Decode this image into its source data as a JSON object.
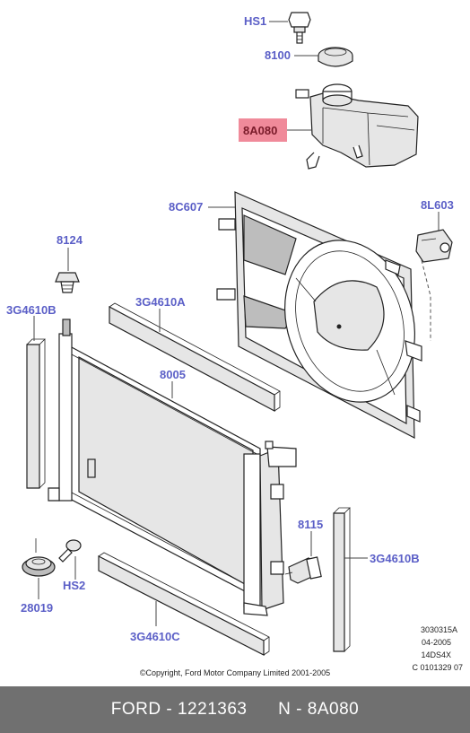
{
  "labels": {
    "hs1": "HS1",
    "p8100": "8100",
    "p8a080": "8A080",
    "p8c607": "8C607",
    "p8l603": "8L603",
    "p8124": "8124",
    "p3g4610a": "3G4610A",
    "p3g4610b_left": "3G4610B",
    "p8005": "8005",
    "p8115": "8115",
    "p3g4610b_right": "3G4610B",
    "hs2": "HS2",
    "p28019": "28019",
    "p3g4610c": "3G4610C"
  },
  "highlight_color": "#f08a9a",
  "label_color": "#5b5fc7",
  "meta": {
    "line1": "3030315A",
    "line2": "04-2005",
    "line3": "14DS4X",
    "line4": "C 0101329 07"
  },
  "copyright": "©Copyright, Ford Motor Company Limited 2001-2005",
  "footer": {
    "brand_part": "FORD - 1221363",
    "ref": "N - 8A080"
  }
}
